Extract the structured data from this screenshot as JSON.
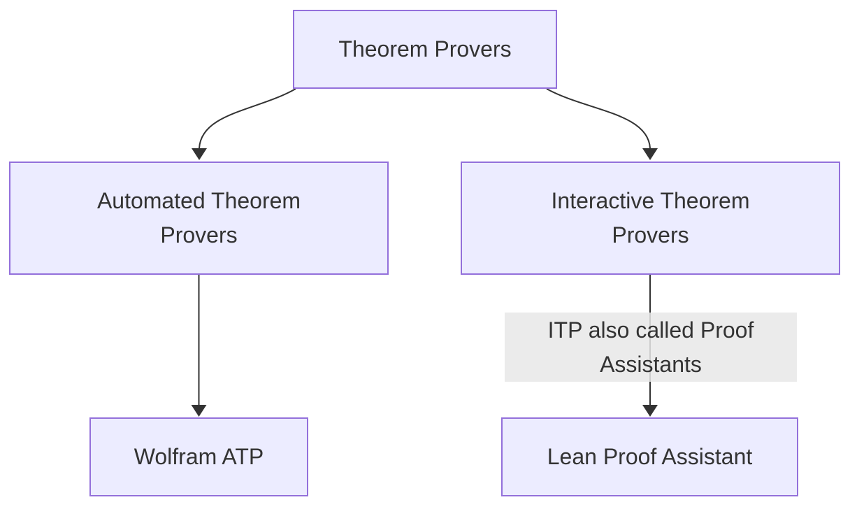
{
  "diagram": {
    "type": "flowchart",
    "direction": "top-down",
    "colors": {
      "node_fill": "#ECECFF",
      "node_border": "#9370DB",
      "edge_color": "#333333",
      "edge_label_bg": "#e8e8e8",
      "text_color": "#333333",
      "background": "#ffffff"
    },
    "nodes": [
      {
        "id": "theorem-provers",
        "label": "Theorem Provers"
      },
      {
        "id": "automated-theorem-provers",
        "label": "Automated Theorem\nProvers"
      },
      {
        "id": "interactive-theorem-provers",
        "label": "Interactive Theorem\nProvers"
      },
      {
        "id": "wolfram-atp",
        "label": "Wolfram ATP"
      },
      {
        "id": "lean-proof-assistant",
        "label": "Lean Proof Assistant"
      }
    ],
    "edges": [
      {
        "from": "theorem-provers",
        "to": "automated-theorem-provers",
        "label": ""
      },
      {
        "from": "theorem-provers",
        "to": "interactive-theorem-provers",
        "label": ""
      },
      {
        "from": "automated-theorem-provers",
        "to": "wolfram-atp",
        "label": ""
      },
      {
        "from": "interactive-theorem-provers",
        "to": "lean-proof-assistant",
        "label": "ITP also called Proof\nAssistants"
      }
    ]
  }
}
